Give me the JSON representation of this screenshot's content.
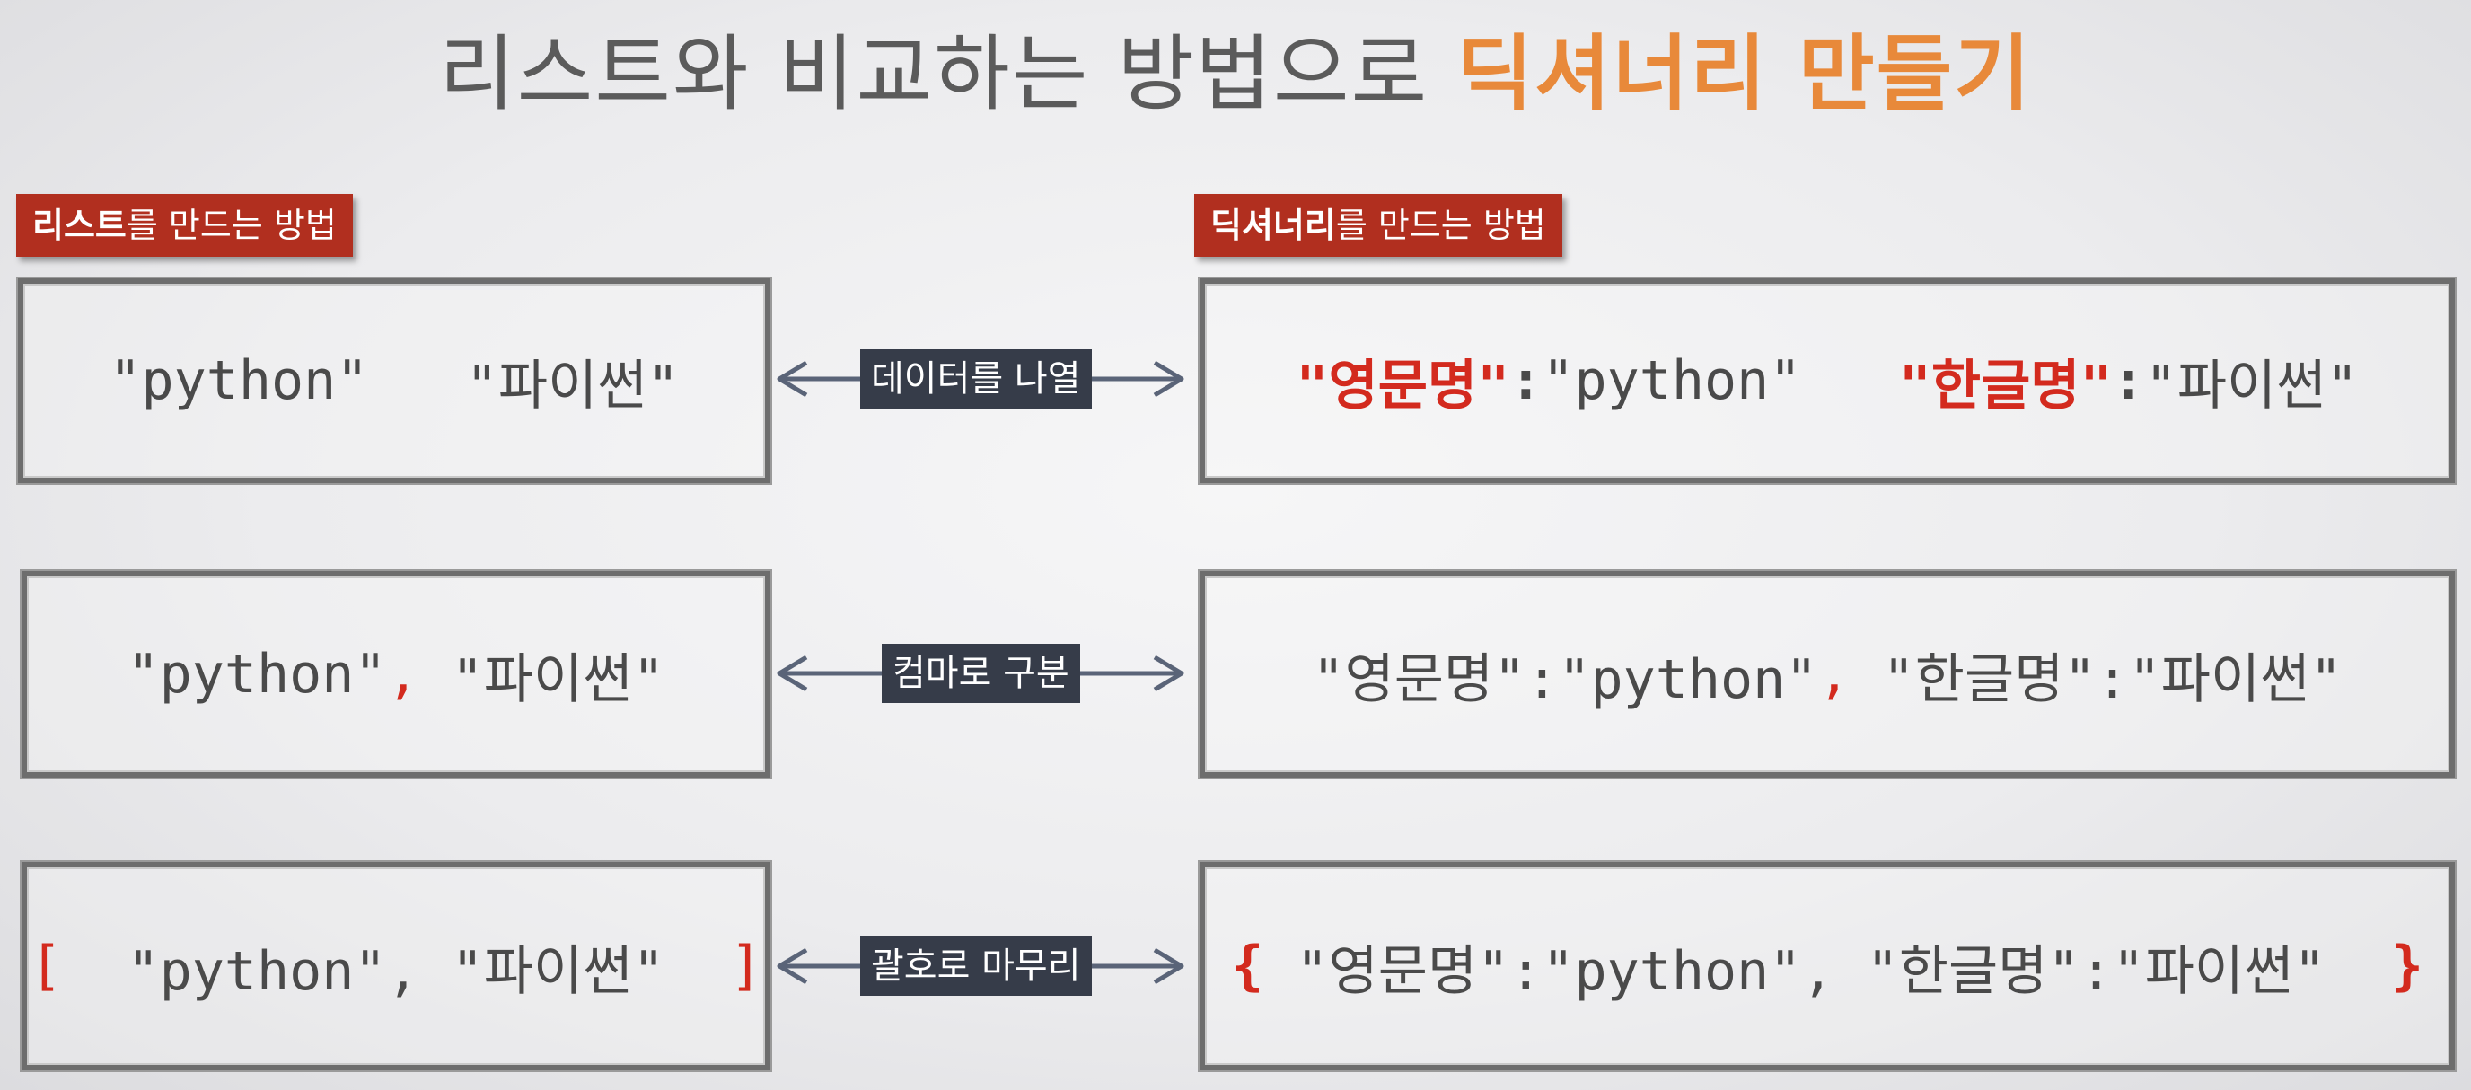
{
  "title": {
    "main": "리스트와 비교하는 방법으로 ",
    "highlight": "딕셔너리 만들기"
  },
  "left_header": {
    "bold": "리스트",
    "rest": "를 만드는 방법"
  },
  "right_header": {
    "bold": "딕셔너리",
    "rest": "를 만드는 방법"
  },
  "rows": [
    {
      "label": "데이터를 나열",
      "left": {
        "a": "\"python\"",
        "sep": "   ",
        "b": "\"파이썬\""
      },
      "right": {
        "k1": "\"영문명\"",
        "c1": ":",
        "v1": "\"python\"",
        "gap": "   ",
        "k2": "\"한글명\"",
        "c2": ":",
        "v2": "\"파이썬\""
      }
    },
    {
      "label": "컴마로 구분",
      "left": {
        "a": "\"python\"",
        "comma": ",",
        "b": " \"파이썬\""
      },
      "right": {
        "pre": "\"영문명\":\"python\"",
        "comma": ",",
        "post": " \"한글명\":\"파이썬\""
      }
    },
    {
      "label": "괄호로 마무리",
      "left": {
        "open": "[",
        "mid": "  \"python\", \"파이썬\"  ",
        "close": "]"
      },
      "right": {
        "open": "{",
        "mid": " \"영문명\":\"python\", \"한글명\":\"파이썬\"  ",
        "close": "}"
      }
    }
  ],
  "colors": {
    "accent": "#e8893a",
    "badge": "#b12f1f",
    "highlight_red": "#d32a1e",
    "label_bg": "#363c49",
    "arrow": "#5a6478"
  }
}
